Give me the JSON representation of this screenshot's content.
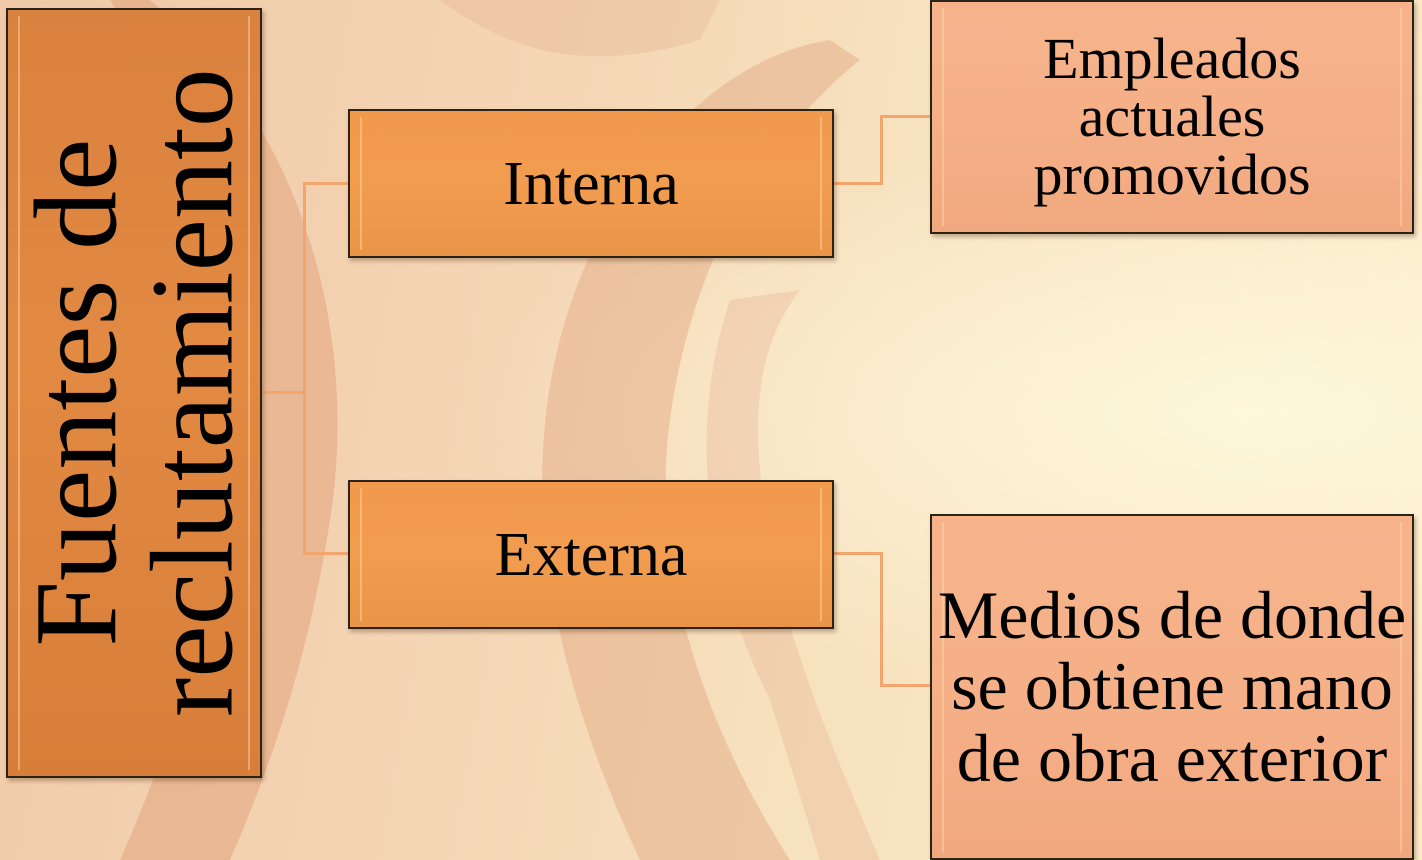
{
  "diagram": {
    "root": {
      "label": "Fuentes de reclutamiento"
    },
    "branches": [
      {
        "label": "Interna",
        "child": {
          "label": "Empleados actuales promovidos"
        }
      },
      {
        "label": "Externa",
        "child": {
          "label": "Medios de donde se obtiene mano de obra exterior"
        }
      }
    ]
  },
  "colors": {
    "root_fill": "#e0893f",
    "branch_fill": "#f29c50",
    "leaf_fill": "#f5b088",
    "connector": "#f3a56e",
    "border": "#2b2218"
  }
}
